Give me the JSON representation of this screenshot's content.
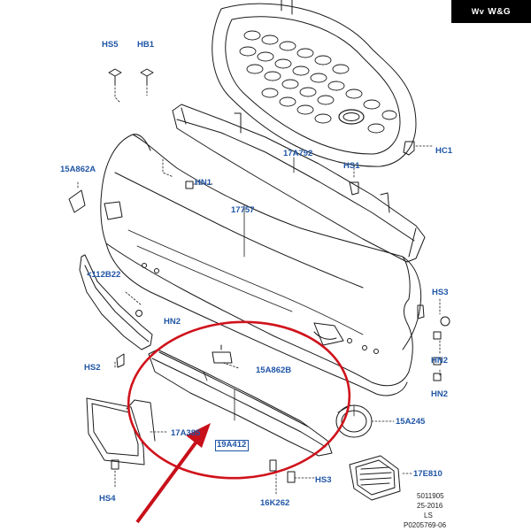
{
  "brand": {
    "mark": "Wv",
    "name": "W&G"
  },
  "labels": {
    "hs5": "HS5",
    "hb1": "HB1",
    "p15a862a": "15A862A",
    "hn1_top": "HN1",
    "p17a792": "17A792",
    "hs1": "HS1",
    "hc1": "HC1",
    "p17757": "17757",
    "p112b22": "<112B22",
    "hn2_left": "HN2",
    "hs2": "HS2",
    "p15a862b": "15A862B",
    "hs3_right": "HS3",
    "hn2_right_a": "HN2",
    "hn2_right_b": "HN2",
    "p15a245": "15A245",
    "p17a385": "17A385",
    "p19a412": "19A412",
    "p17e810": "17E810",
    "hs4": "HS4",
    "hs3_bottom": "HS3",
    "p16k262": "16K262"
  },
  "footer": {
    "line1": "5011905",
    "line2": "25-2016",
    "line3": "LS",
    "line4": "P0205769-06"
  },
  "colors": {
    "label": "#1f55a6",
    "highlight_circle": "#d0121b",
    "arrow": "#c8101a",
    "line": "#1a1a1a"
  }
}
